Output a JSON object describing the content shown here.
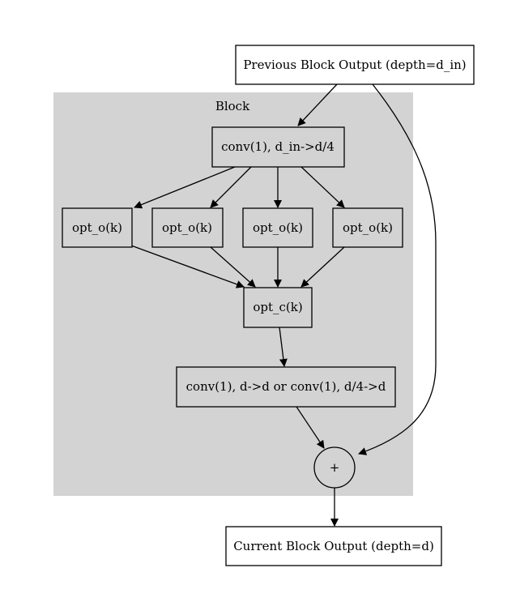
{
  "cluster": {
    "label": "Block",
    "fill": "#d3d3d3"
  },
  "nodes": {
    "prev_output": "Previous Block Output (depth=d_in)",
    "conv_in": "conv(1), d_in->d/4",
    "opt_o": [
      "opt_o(k)",
      "opt_o(k)",
      "opt_o(k)",
      "opt_o(k)"
    ],
    "opt_c": "opt_c(k)",
    "conv_out": "conv(1), d->d or conv(1), d/4->d",
    "add": "+",
    "cur_output": "Current Block Output (depth=d)"
  },
  "colors": {
    "node_fill_in_block": "#d3d3d3",
    "node_fill_outside": "#ffffff",
    "stroke": "#000000"
  }
}
